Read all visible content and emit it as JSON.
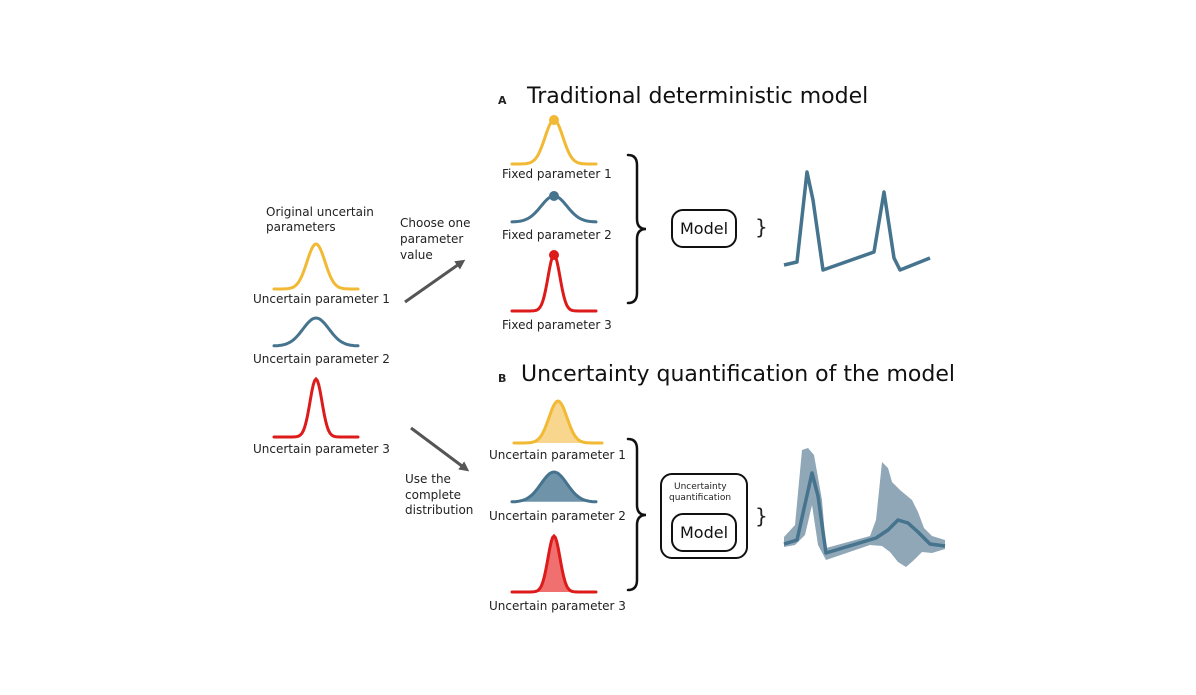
{
  "colors": {
    "yellow": "#F2B935",
    "yellow_fill": "#F9D68E",
    "blue": "#46738D",
    "blue_fill": "#6F94AA",
    "red": "#DD1B1B",
    "red_fill": "#F07070",
    "dark": "#111111",
    "arrow": "#555555",
    "band": "#8FA7B7"
  },
  "left": {
    "heading": [
      "Original uncertain",
      "parameters"
    ],
    "params": [
      "Uncertain parameter 1",
      "Uncertain parameter 2",
      "Uncertain parameter 3"
    ]
  },
  "arrows": {
    "top_label": [
      "Choose one",
      "parameter",
      "value"
    ],
    "bottom_label": [
      "Use the",
      "complete",
      "distribution"
    ]
  },
  "section_a": {
    "letter": "A",
    "title": "Traditional deterministic model",
    "params": [
      "Fixed parameter 1",
      "Fixed parameter 2",
      "Fixed parameter 3"
    ],
    "model_label": "Model",
    "brace": "}"
  },
  "section_b": {
    "letter": "B",
    "title": "Uncertainty quantification of the model",
    "params": [
      "Uncertain parameter 1",
      "Uncertain parameter 2",
      "Uncertain parameter 3"
    ],
    "uq_label": [
      "Uncertainty",
      "quantification"
    ],
    "model_label": "Model",
    "brace": "}"
  }
}
